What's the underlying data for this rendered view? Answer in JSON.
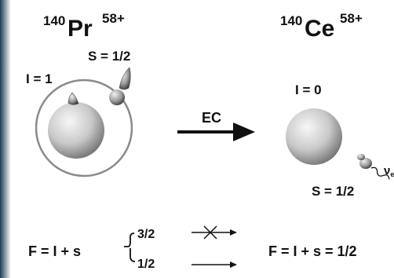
{
  "left_nucleus": {
    "mass_number": "140",
    "symbol": "Pr",
    "charge": "58+",
    "nuclear_spin_label": "I = 1",
    "electron_spin_label": "S = 1/2"
  },
  "right_nucleus": {
    "mass_number": "140",
    "symbol": "Ce",
    "charge": "58+",
    "nuclear_spin_label": "I = 0",
    "electron_spin_label": "S = 1/2",
    "neutrino_label": "ν",
    "neutrino_subscript": "e"
  },
  "process": {
    "label": "EC"
  },
  "transitions": {
    "left_formula": "F = I + s",
    "upper_state": "3/2",
    "lower_state": "1/2",
    "right_formula": "F = I + s = 1/2"
  },
  "colors": {
    "text": "#111111",
    "sphere_light": "#f4f4f4",
    "sphere_dark": "#6e6e6e",
    "orbit_ring": "#8a8a8a",
    "left_edge": "#1d3a57"
  }
}
